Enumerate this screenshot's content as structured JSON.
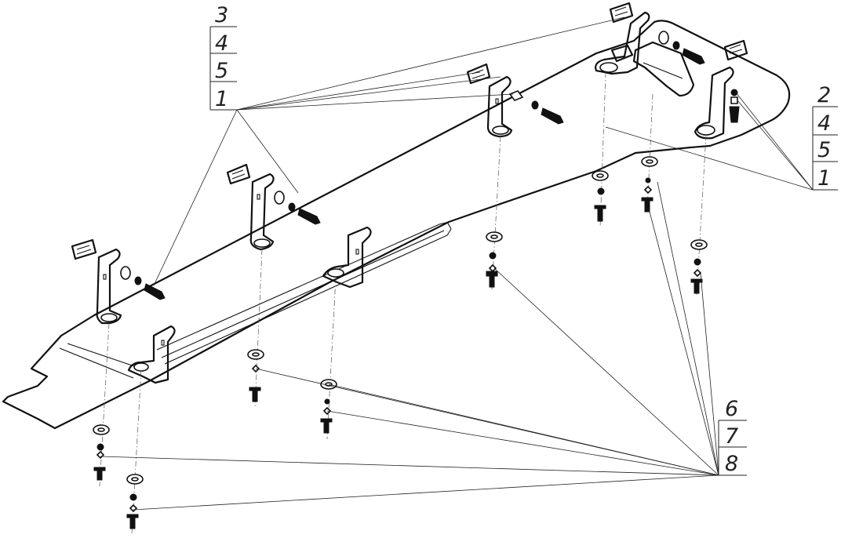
{
  "callouts": {
    "left_top": [
      "3",
      "4",
      "5",
      "1"
    ],
    "right_top": [
      "2",
      "4",
      "5",
      "1"
    ],
    "bottom_right": [
      "6",
      "7",
      "8"
    ]
  }
}
